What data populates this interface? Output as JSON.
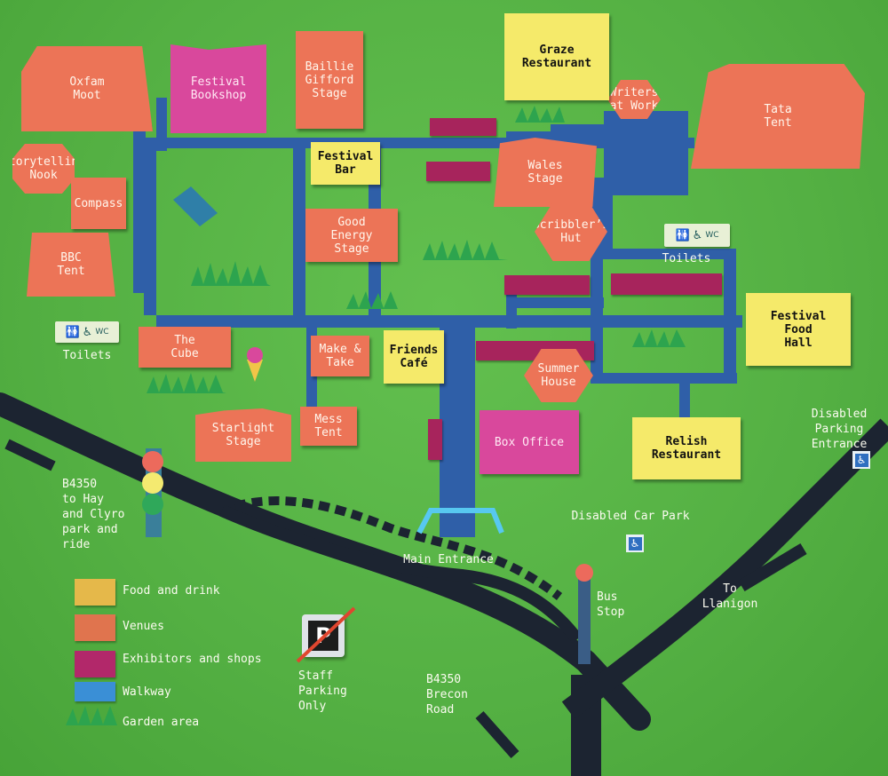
{
  "colors": {
    "background_green": "#57b545",
    "venue": "#ec7457",
    "food": "#f5ea6a",
    "shop": "#d9489c",
    "exhibitor": "#a7245c",
    "walkway": "#2f5fa8",
    "road": "#1c2431",
    "garden": "#2da44e"
  },
  "venues": {
    "oxfam_moot": "Oxfam\nMoot",
    "baillie_gifford_stage": "Baillie\nGifford\nStage",
    "storytelling_nook": "Storytelling\nNook",
    "compass": "Compass",
    "bbc_tent": "BBC\nTent",
    "good_energy_stage": "Good\nEnergy\nStage",
    "wales_stage": "Wales\nStage",
    "scribblers_hut": "Scribbler’s\nHut",
    "writers_at_work": "Writers\nat Work",
    "tata_tent": "Tata\nTent",
    "the_cube": "The\nCube",
    "make_and_take": "Make &\nTake",
    "summer_house": "Summer\nHouse",
    "starlight_stage": "Starlight\nStage",
    "mess_tent": "Mess\nTent"
  },
  "food": {
    "graze_restaurant": "Graze\nRestaurant",
    "festival_bar": "Festival\nBar",
    "friends_cafe": "Friends\nCafé",
    "festival_food_hall": "Festival\nFood\nHall",
    "relish_restaurant": "Relish\nRestaurant"
  },
  "shops": {
    "festival_bookshop": "Festival\nBookshop",
    "box_office": "Box Office"
  },
  "facilities": {
    "toilets_left": "Toilets",
    "toilets_right": "Toilets",
    "wc": "WC",
    "main_entrance": "Main Entrance",
    "disabled_car_park": "Disabled Car Park",
    "disabled_parking_entrance": "Disabled\nParking\nEntrance",
    "bus_stop": "Bus\nStop",
    "staff_parking": "Staff\nParking\nOnly",
    "parking_symbol": "P"
  },
  "roads": {
    "b4350_hay": "B4350\nto Hay\nand Clyro\npark and\nride",
    "b4350_brecon": "B4350\nBrecon\nRoad",
    "to_llanigon": "To\nLlanigon"
  },
  "legend": [
    {
      "label": "Food and drink",
      "color": "#e5b84a"
    },
    {
      "label": "Venues",
      "color": "#e0744e"
    },
    {
      "label": "Exhibitors and shops",
      "color": "#b2286a"
    },
    {
      "label": "Walkway",
      "color": "#3a8fd6"
    },
    {
      "label": "Garden area",
      "color": "#2da44e"
    }
  ],
  "icons": {
    "toilet": "toilet-icon",
    "disabled": "wheelchair-icon",
    "no_parking": "no-parking-icon",
    "traffic_light": "traffic-light-icon",
    "ice_cream": "ice-cream-icon"
  }
}
